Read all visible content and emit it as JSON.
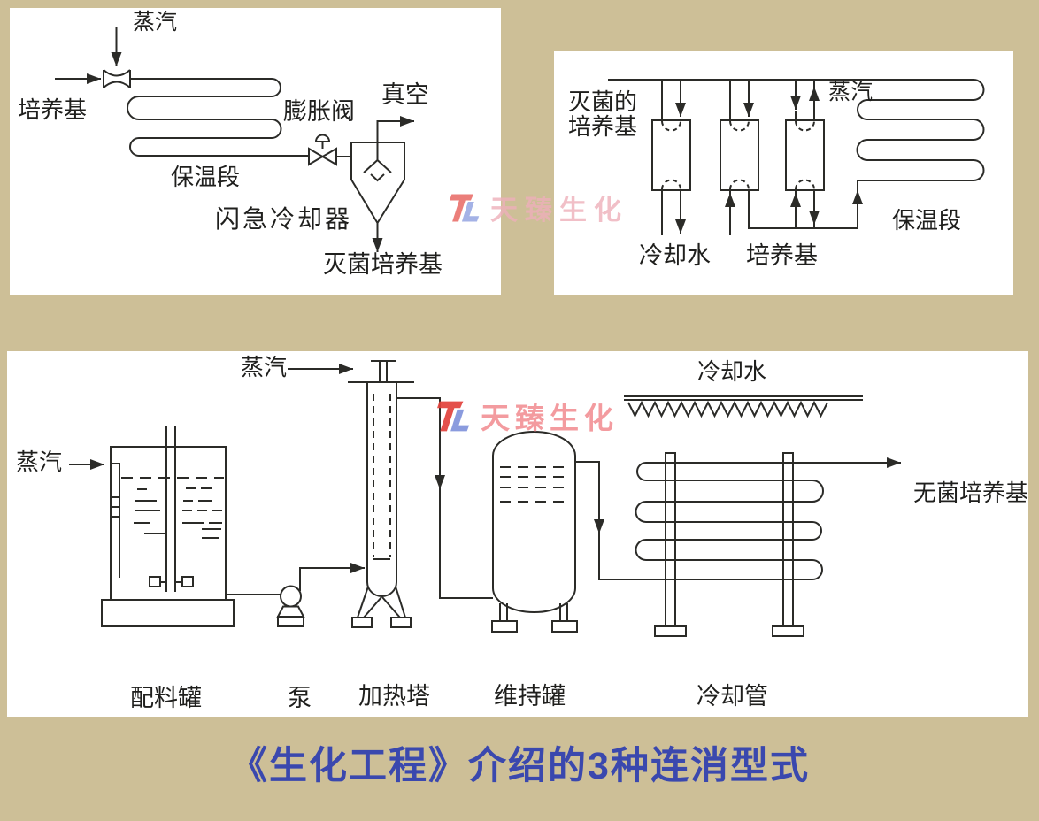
{
  "title": {
    "text": "《生化工程》介绍的3种连消型式",
    "color": "#3a48ae"
  },
  "watermark": {
    "text": "天臻生化",
    "logo_red": "#e2423c",
    "logo_blue": "#8193dc",
    "text_color_top": "#eeb0ba",
    "text_color_bottom": "#f39397"
  },
  "colors": {
    "background": "#cdbf97",
    "panel": "#ffffff",
    "line": "#2b2b28"
  },
  "panel_flash": {
    "steam": "蒸汽",
    "medium_in": "培养基",
    "holding_section": "保温段",
    "expansion_valve": "膨胀阀",
    "vacuum": "真空",
    "flash_cooler": "闪急冷却器",
    "sterilized_medium": "灭菌培养基"
  },
  "panel_exchanger": {
    "sterilized_medium_line1": "灭菌的",
    "sterilized_medium_line2": "培养基",
    "steam": "蒸汽",
    "holding_section": "保温段",
    "cooling_water": "冷却水",
    "medium": "培养基"
  },
  "panel_continuous": {
    "steam_top": "蒸汽",
    "steam_left": "蒸汽",
    "cooling_water": "冷却水",
    "sterile_medium": "无菌培养基",
    "mixing_tank": "配料罐",
    "pump": "泵",
    "heating_tower": "加热塔",
    "holding_tank": "维持罐",
    "cooling_pipe": "冷却管"
  }
}
